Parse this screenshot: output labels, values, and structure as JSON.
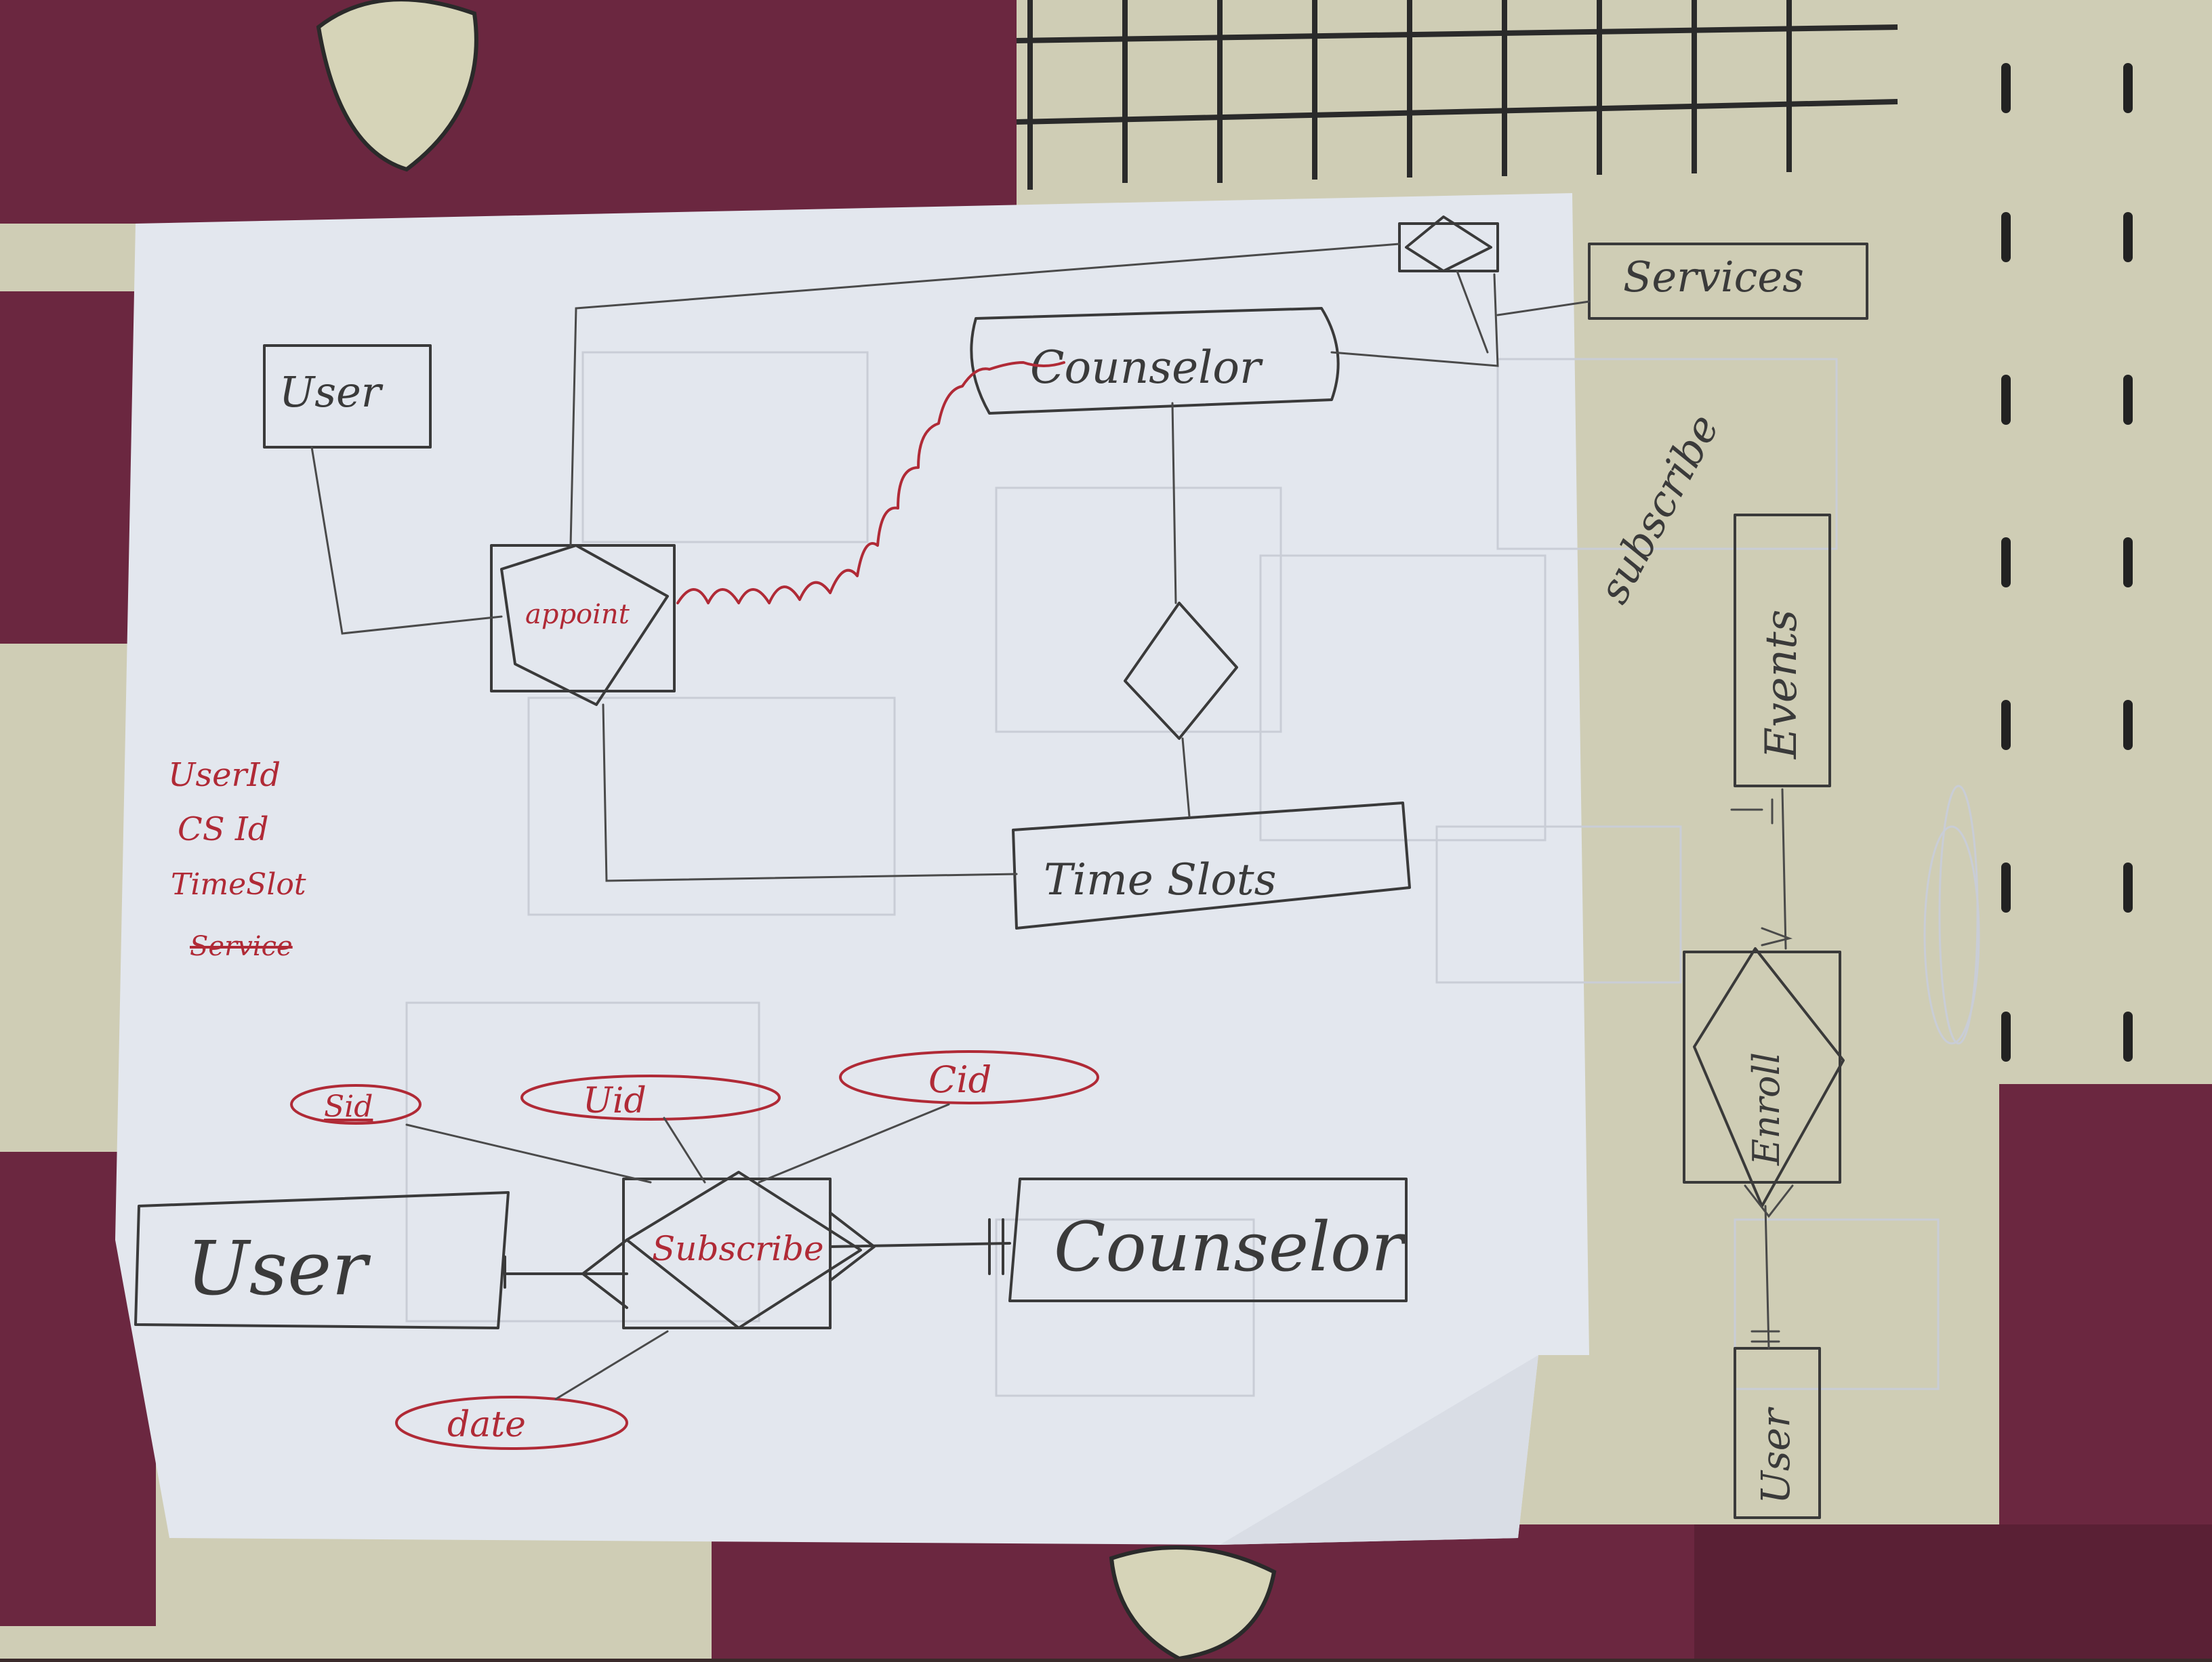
{
  "diagram": {
    "top": {
      "entities": {
        "user": "User",
        "counselor": "Counselor",
        "services": "Services",
        "time_slots": "Time Slots",
        "events": "Events"
      },
      "relationships": {
        "appoint": "appoint",
        "subscribe_vertical": "subscribe"
      },
      "notes": [
        "UserId",
        "CS Id",
        "TimeSlot",
        "Service"
      ]
    },
    "bottom": {
      "entities": {
        "user": "User",
        "counselor": "Counselor",
        "user_vertical": "User"
      },
      "relationships": {
        "subscribe": "Subscribe",
        "enroll": "Enroll"
      },
      "attributes": {
        "sid": "Sid",
        "uid": "Uid",
        "cid": "Cid",
        "date": "date"
      }
    }
  },
  "colors": {
    "paper": "#e3e7ee",
    "ink": "#3a3a3a",
    "red_ink": "#b02a36",
    "cloth_maroon": "#6b2740",
    "cloth_cream": "#cfcdb5"
  }
}
